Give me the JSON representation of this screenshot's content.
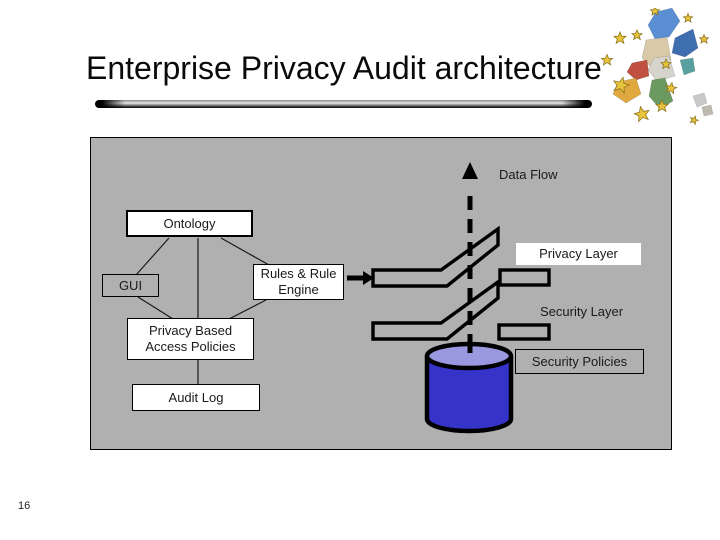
{
  "slide": {
    "title": "Enterprise Privacy Audit architecture",
    "page_number": "16"
  },
  "diagram": {
    "data_flow_label": "Data Flow",
    "ontology_label": "Ontology",
    "gui_label": "GUI",
    "rules_engine_label_line1": "Rules & Rule",
    "rules_engine_label_line2": "Engine",
    "privacy_policies_label_line1": "Privacy Based",
    "privacy_policies_label_line2": "Access Policies",
    "audit_log_label": "Audit Log",
    "privacy_layer_label": "Privacy Layer",
    "security_layer_label": "Security Layer",
    "security_policies_label": "Security Policies",
    "colors": {
      "panel_background": "#b0b0b0",
      "cylinder_body": "#3533c8",
      "cylinder_top": "#9a99e0",
      "node_fill": "#ffffff",
      "outline": "#000000"
    }
  }
}
